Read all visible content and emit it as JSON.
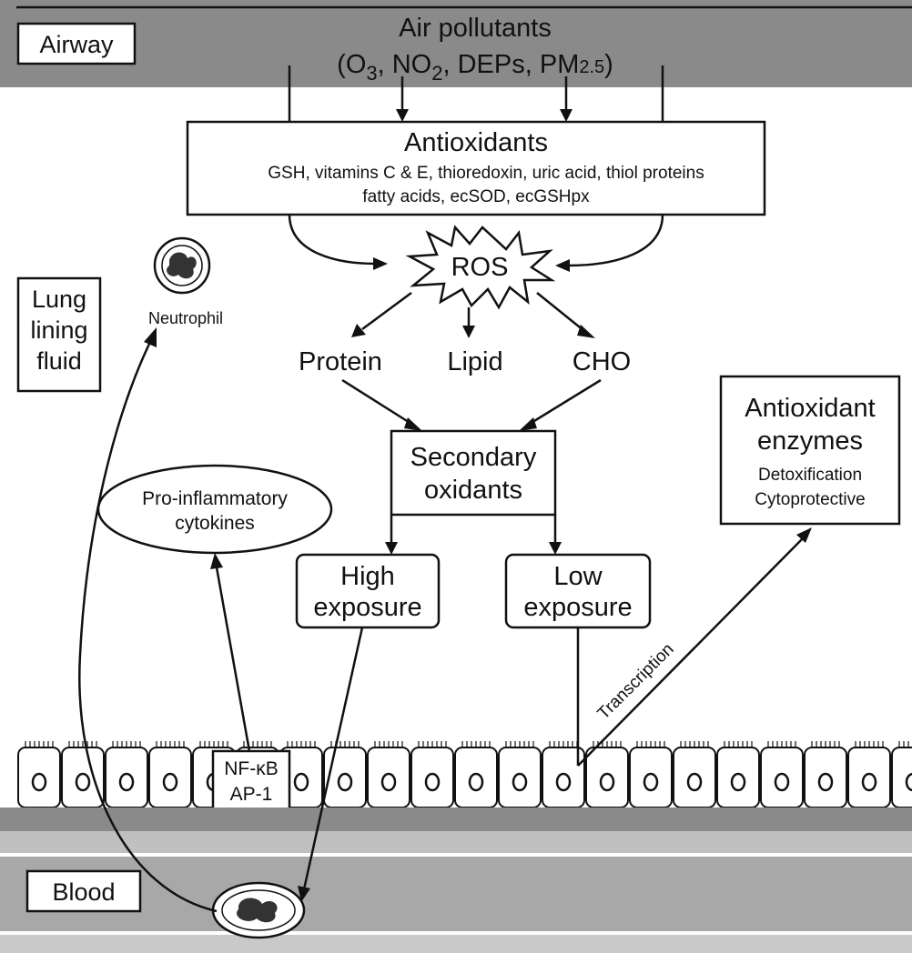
{
  "airway": {
    "label": "Airway",
    "pollutants_title": "Air pollutants",
    "pollutants_list": {
      "open": "(O",
      "o3_sub": "3",
      "no2": ", NO",
      "no2_sub": "2",
      "deps": ", DEPs, PM",
      "pm_sub": "2.5",
      "close": ")"
    }
  },
  "antioxidants": {
    "title": "Antioxidants",
    "line1": "GSH, vitamins C & E, thioredoxin, uric acid, thiol proteins",
    "line2": "fatty acids, ecSOD, ecGSHpx"
  },
  "ros": "ROS",
  "targets": [
    "Protein",
    "Lipid",
    "CHO"
  ],
  "secondary_oxidants": [
    "Secondary",
    "oxidants"
  ],
  "high_exposure": [
    "High",
    "exposure"
  ],
  "low_exposure": [
    "Low",
    "exposure"
  ],
  "lung_lining_fluid": [
    "Lung",
    "lining",
    "fluid"
  ],
  "neutrophil_label": "Neutrophil",
  "cytokines": [
    "Pro-inflammatory",
    "cytokines"
  ],
  "antioxidant_enzymes": {
    "title": [
      "Antioxidant",
      "enzymes"
    ],
    "effects": [
      "Detoxification",
      "Cytoprotective"
    ]
  },
  "transcription_label": "Transcription",
  "transcription_factors": [
    "NF-κB",
    "AP-1"
  ],
  "blood_label": "Blood",
  "colors": {
    "band_dark": "#8a8a8a",
    "band_mid": "#a8a8a8",
    "band_light": "#c9c9c9",
    "line": "#111111",
    "background": "#ffffff"
  }
}
